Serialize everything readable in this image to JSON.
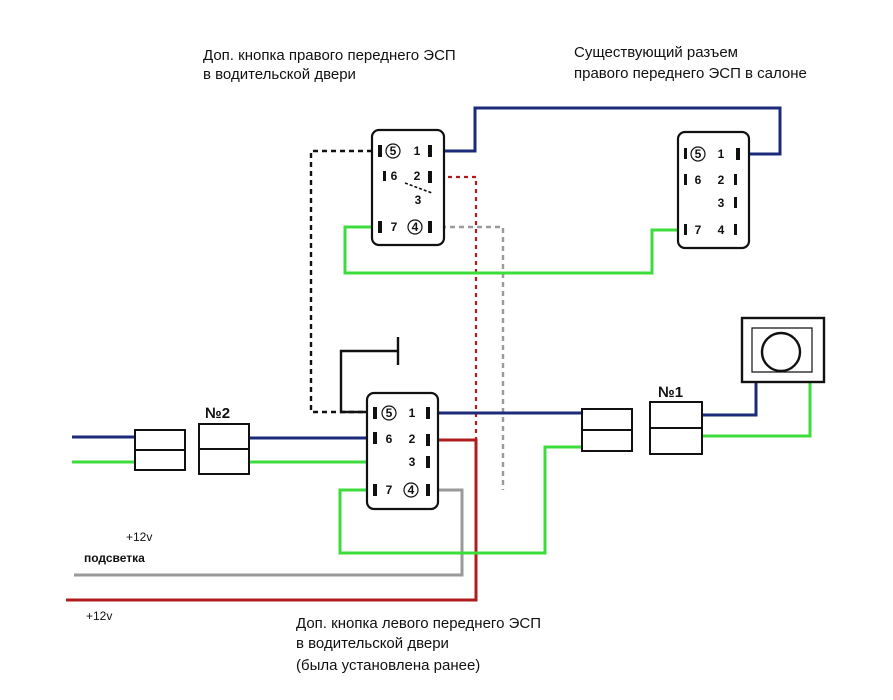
{
  "title_right_button": [
    "Доп. кнопка правого переднего ЭСП",
    "в водительской двери"
  ],
  "title_existing_connector": [
    "Существующий разъем",
    "правого переднего ЭСП в салоне"
  ],
  "title_left_button": [
    "Доп. кнопка левого переднего ЭСП",
    "в водительской двери",
    "(была установлена ранее)"
  ],
  "pins": {
    "p1": "1",
    "p2": "2",
    "p3": "3",
    "p4": "4",
    "p5": "5",
    "p6": "6",
    "p7": "7"
  },
  "block_labels": {
    "no2": "№2",
    "no1": "№1"
  },
  "power_labels": {
    "plus12v_top": "+12v",
    "backlight": "подсветка",
    "plus12v_bottom": "+12v"
  },
  "wire_colors": {
    "blue": "#1c2a7a",
    "green": "#3ddc3d",
    "red": "#b01c1c",
    "gray": "#9a9a9a",
    "black": "#111111"
  }
}
